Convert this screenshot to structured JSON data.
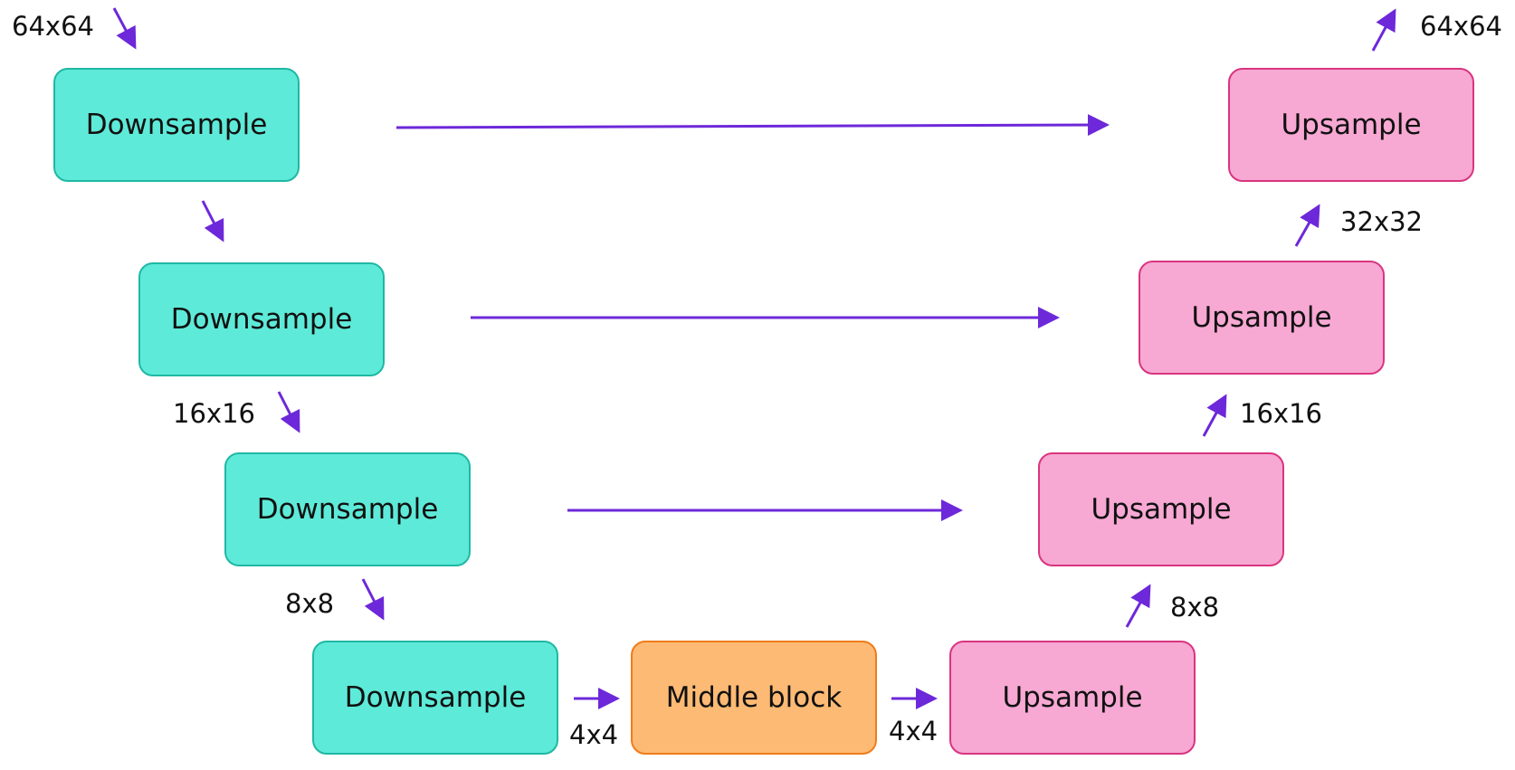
{
  "colors": {
    "arrow": "#6d28d9",
    "downsample_fill": "#5eead8",
    "downsample_border": "#1fb8a4",
    "upsample_fill": "#f7a8d3",
    "upsample_border": "#d9357f",
    "middle_fill": "#fdba74",
    "middle_border": "#f07c1a"
  },
  "blocks": {
    "down": [
      "Downsample",
      "Downsample",
      "Downsample",
      "Downsample"
    ],
    "middle": "Middle block",
    "up": [
      "Upsample",
      "Upsample",
      "Upsample",
      "Upsample"
    ]
  },
  "labels": {
    "input_size": "64x64",
    "down_16": "16x16",
    "down_8": "8x8",
    "middle_in": "4x4",
    "middle_out": "4x4",
    "up_8": "8x8",
    "up_16": "16x16",
    "up_32": "32x32",
    "output_size": "64x64"
  }
}
